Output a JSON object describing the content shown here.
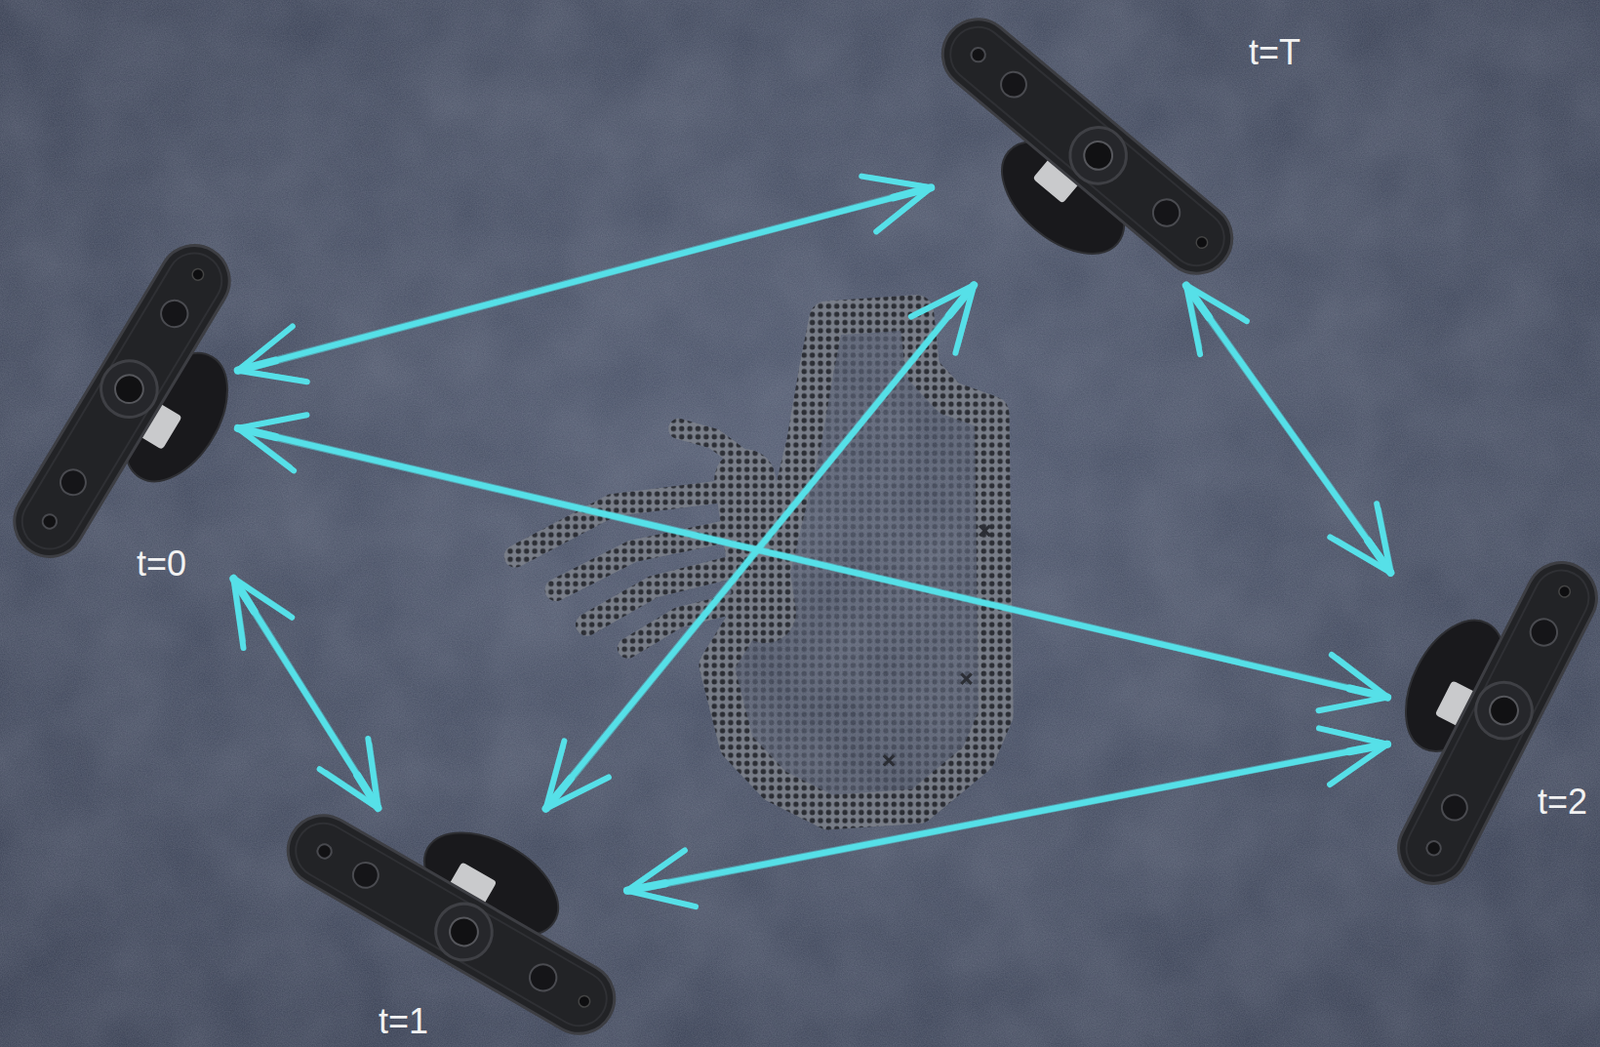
{
  "diagram": {
    "nodes": [
      {
        "text": [
          "t=0"
        ]
      },
      {
        "text": [
          "t=1"
        ]
      },
      {
        "text": [
          "t=2"
        ]
      },
      {
        "text": [
          "t=T"
        ]
      }
    ],
    "edges": [
      {
        "from": 0,
        "to": 3,
        "arrow": "both"
      },
      {
        "from": 0,
        "to": 1,
        "arrow": "both"
      },
      {
        "from": 0,
        "to": 2,
        "arrow": "both"
      },
      {
        "from": 1,
        "to": 3,
        "arrow": "both"
      },
      {
        "from": 1,
        "to": 2,
        "arrow": "both"
      },
      {
        "from": 3,
        "to": 2,
        "arrow": "both"
      }
    ]
  }
}
